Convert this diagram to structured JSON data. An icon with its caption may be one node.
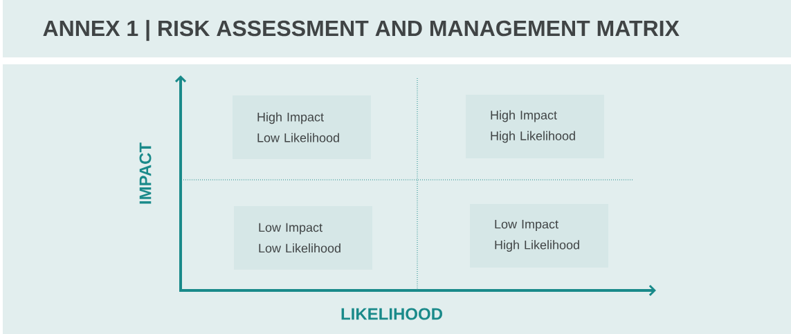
{
  "diagram": {
    "title": "ANNEX 1 | RISK ASSESSMENT AND MANAGEMENT MATRIX",
    "nodes": [
      {
        "text": [
          "High Impact Low Likelihood"
        ]
      },
      {
        "text": [
          "High Impact High Likelihood"
        ]
      },
      {
        "text": [
          "Low Impact Low Likelihood"
        ]
      },
      {
        "text": [
          "Low Impact High Likelihood"
        ]
      }
    ],
    "labels": [
      "IMPACT",
      "LIKELIHOOD"
    ]
  }
}
